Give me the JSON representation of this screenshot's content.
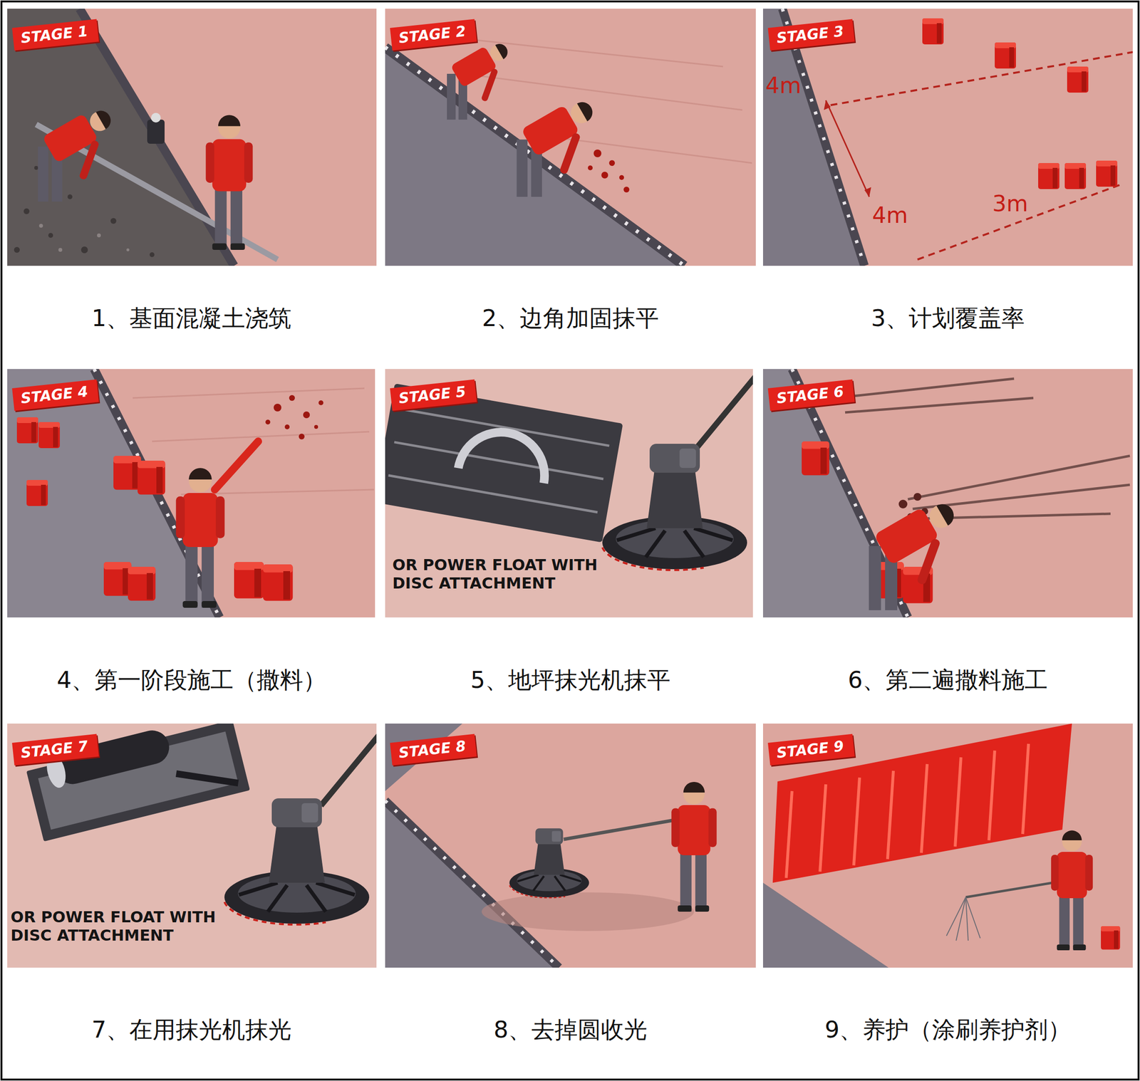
{
  "diagram": {
    "nodes": [
      {
        "text": [
          "STAGE 1"
        ]
      },
      {
        "text": [
          "STAGE 2"
        ]
      },
      {
        "text": [
          "STAGE 3"
        ]
      },
      {
        "text": [
          "STAGE 4"
        ]
      },
      {
        "text": [
          "STAGE 5"
        ]
      },
      {
        "text": [
          "STAGE 6"
        ]
      },
      {
        "text": [
          "STAGE 7"
        ]
      },
      {
        "text": [
          "STAGE 8"
        ]
      },
      {
        "text": [
          "STAGE 9"
        ]
      }
    ],
    "labels": [
      "4m",
      "4m",
      "3m",
      "1、基面混凝土浇筑",
      "2、边角加固抹平",
      "3、计划覆盖率",
      "OR POWER FLOAT WITH DISC ATTACHMENT",
      "4、第一阶段施工（撒料）",
      "5、地坪抹光机抹平",
      "6、第二遍撒料施工",
      "OR POWER FLOAT WITH DISC ATTACHMENT",
      "7、在用抹光机抹光",
      "8、去掉圆收光",
      "9、养护（涂刷养护剂）"
    ]
  }
}
